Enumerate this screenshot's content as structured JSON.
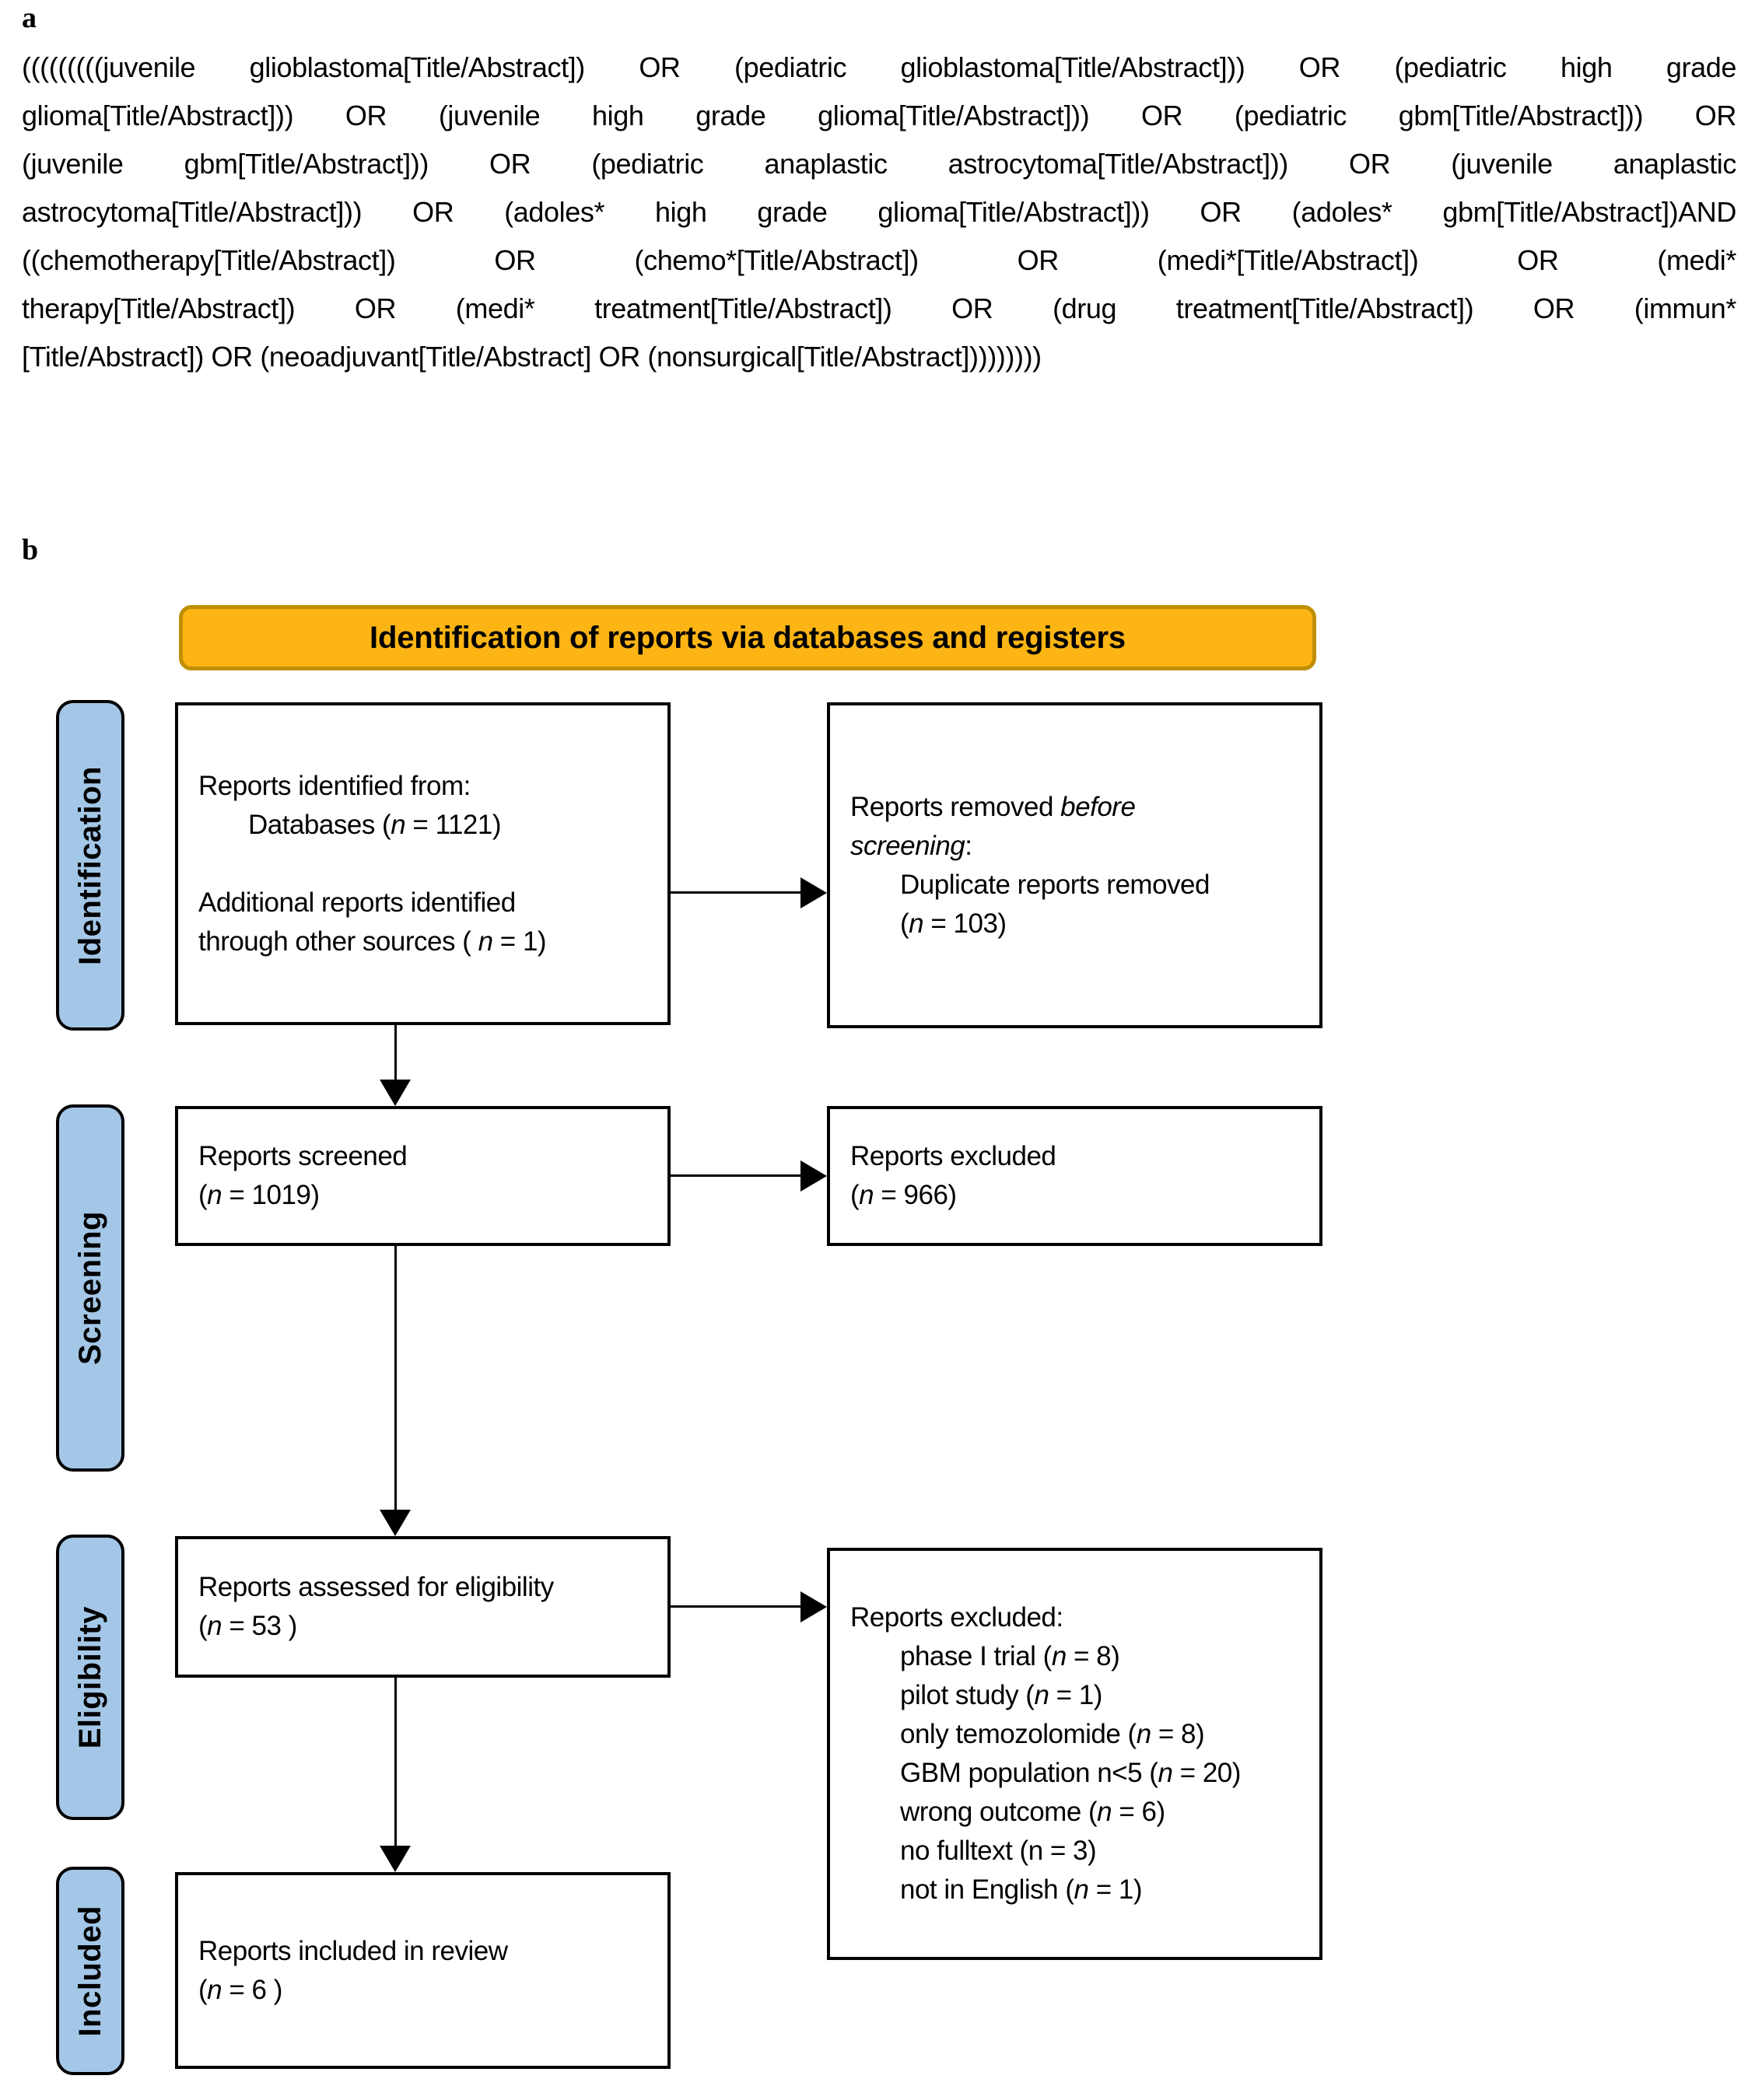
{
  "panel_a": {
    "label": "a",
    "query_lines": [
      "(((((((((juvenile glioblastoma[Title/Abstract]) OR (pediatric glioblastoma[Title/Abstract])) OR (pediatric high grade",
      "glioma[Title/Abstract])) OR (juvenile high grade glioma[Title/Abstract])) OR (pediatric gbm[Title/Abstract])) OR",
      "(juvenile gbm[Title/Abstract])) OR (pediatric anaplastic astrocytoma[Title/Abstract])) OR (juvenile anaplastic",
      "astrocytoma[Title/Abstract])) OR (adoles* high grade glioma[Title/Abstract])) OR (adoles* gbm[Title/Abstract])AND",
      "((chemotherapy[Title/Abstract]) OR (chemo*[Title/Abstract]) OR (medi*[Title/Abstract]) OR (medi*",
      "therapy[Title/Abstract]) OR (medi* treatment[Title/Abstract]) OR (drug treatment[Title/Abstract]) OR (immun*",
      "[Title/Abstract]) OR (neoadjuvant[Title/Abstract] OR (nonsurgical[Title/Abstract]))))))))"
    ]
  },
  "panel_b": {
    "label": "b",
    "banner": "Identification of reports via databases and registers",
    "colors": {
      "banner_fill": "#FCB514",
      "banner_border": "#BF8F00",
      "stage_fill": "#A4C7E7",
      "box_border": "#000000"
    },
    "stages": [
      {
        "label": "Identification"
      },
      {
        "label": "Screening"
      },
      {
        "label": "Eligibility"
      },
      {
        "label": "Included"
      }
    ],
    "boxes": {
      "identified": {
        "lines": [
          {
            "ind": 0,
            "segs": [
              {
                "t": "Reports identified from:"
              }
            ]
          },
          {
            "ind": 1,
            "segs": [
              {
                "t": "Databases ("
              },
              {
                "t": "n",
                "i": true
              },
              {
                "t": " = 1121)"
              }
            ]
          },
          {
            "ind": 0,
            "segs": [
              {
                "t": " "
              }
            ]
          },
          {
            "ind": 0,
            "segs": [
              {
                "t": "Additional reports identified"
              }
            ]
          },
          {
            "ind": 0,
            "segs": [
              {
                "t": "through other sources ( "
              },
              {
                "t": "n",
                "i": true
              },
              {
                "t": " = 1)"
              }
            ]
          }
        ]
      },
      "removed_before_screening": {
        "lines": [
          {
            "ind": 0,
            "segs": [
              {
                "t": "Reports removed "
              },
              {
                "t": "before",
                "i": true
              }
            ]
          },
          {
            "ind": 0,
            "segs": [
              {
                "t": "screening",
                "i": true
              },
              {
                "t": ":"
              }
            ]
          },
          {
            "ind": 1,
            "segs": [
              {
                "t": "Duplicate reports removed"
              }
            ]
          },
          {
            "ind": 1,
            "segs": [
              {
                "t": "("
              },
              {
                "t": "n",
                "i": true
              },
              {
                "t": " = 103)"
              }
            ]
          }
        ]
      },
      "screened": {
        "lines": [
          {
            "ind": 0,
            "segs": [
              {
                "t": "Reports screened"
              }
            ]
          },
          {
            "ind": 0,
            "segs": [
              {
                "t": "("
              },
              {
                "t": "n",
                "i": true
              },
              {
                "t": " = 1019)"
              }
            ]
          }
        ]
      },
      "excluded_screening": {
        "lines": [
          {
            "ind": 0,
            "segs": [
              {
                "t": "Reports excluded"
              }
            ]
          },
          {
            "ind": 0,
            "segs": [
              {
                "t": "("
              },
              {
                "t": "n",
                "i": true
              },
              {
                "t": " = 966)"
              }
            ]
          }
        ]
      },
      "assessed": {
        "lines": [
          {
            "ind": 0,
            "segs": [
              {
                "t": "Reports assessed for eligibility"
              }
            ]
          },
          {
            "ind": 0,
            "segs": [
              {
                "t": "("
              },
              {
                "t": "n",
                "i": true
              },
              {
                "t": " = 53 )"
              }
            ]
          }
        ]
      },
      "excluded_eligibility": {
        "lines": [
          {
            "ind": 0,
            "segs": [
              {
                "t": "Reports excluded:"
              }
            ]
          },
          {
            "ind": 1,
            "segs": [
              {
                "t": "phase I trial ("
              },
              {
                "t": "n",
                "i": true
              },
              {
                "t": " = 8)"
              }
            ]
          },
          {
            "ind": 1,
            "segs": [
              {
                "t": "pilot study ("
              },
              {
                "t": "n",
                "i": true
              },
              {
                "t": " = 1)"
              }
            ]
          },
          {
            "ind": 1,
            "segs": [
              {
                "t": "only temozolomide ("
              },
              {
                "t": "n",
                "i": true
              },
              {
                "t": " = 8)"
              }
            ]
          },
          {
            "ind": 1,
            "segs": [
              {
                "t": "GBM population n<5 ("
              },
              {
                "t": "n",
                "i": true
              },
              {
                "t": " = 20)"
              }
            ]
          },
          {
            "ind": 1,
            "segs": [
              {
                "t": "wrong outcome ("
              },
              {
                "t": "n",
                "i": true
              },
              {
                "t": " = 6)"
              }
            ]
          },
          {
            "ind": 1,
            "segs": [
              {
                "t": "no fulltext (n = 3)"
              }
            ]
          },
          {
            "ind": 1,
            "segs": [
              {
                "t": "not in English ("
              },
              {
                "t": "n",
                "i": true
              },
              {
                "t": " = 1)"
              }
            ]
          }
        ]
      },
      "included_review": {
        "lines": [
          {
            "ind": 0,
            "segs": [
              {
                "t": "Reports included in review"
              }
            ]
          },
          {
            "ind": 0,
            "segs": [
              {
                "t": "("
              },
              {
                "t": "n",
                "i": true
              },
              {
                "t": " = 6 )"
              }
            ]
          }
        ]
      }
    }
  }
}
